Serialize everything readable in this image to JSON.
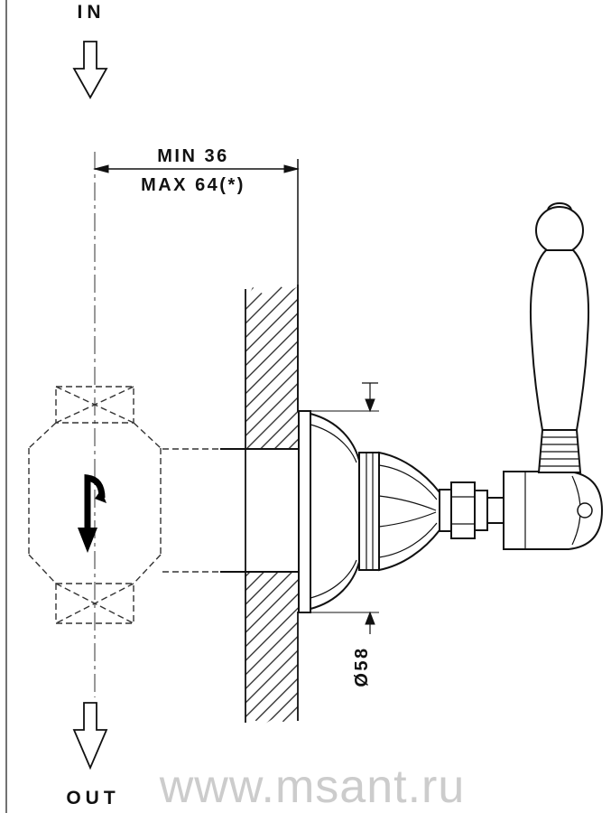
{
  "labels": {
    "flow_in": "IN",
    "flow_out": "OUT",
    "depth_min": "MIN 36",
    "depth_max": "MAX 64(*)",
    "flange_diameter": "Ø58"
  },
  "watermark": "www.msant.ru",
  "colors": {
    "line": "#111111",
    "hidden_line": "#333333",
    "centerline": "#555555",
    "watermark": "#cccccc",
    "background": "#ffffff"
  }
}
